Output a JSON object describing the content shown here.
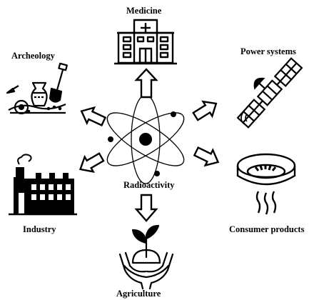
{
  "diagram": {
    "center_label": "Radioactivity",
    "nodes": {
      "medicine": "Medicine",
      "power": "Power systems",
      "consumer": "Consumer products",
      "agriculture": "Agriculture",
      "industry": "Industry",
      "archeology": "Archeology"
    }
  },
  "icons": {
    "center": "atom-icon",
    "medicine": "hospital-icon",
    "power": "satellite-icon",
    "consumer": "smoke-detector-icon",
    "agriculture": "sprout-in-hands-icon",
    "industry": "factory-icon",
    "archeology": "excavation-icon"
  },
  "colors": {
    "ink": "#000000",
    "paper": "#ffffff"
  }
}
